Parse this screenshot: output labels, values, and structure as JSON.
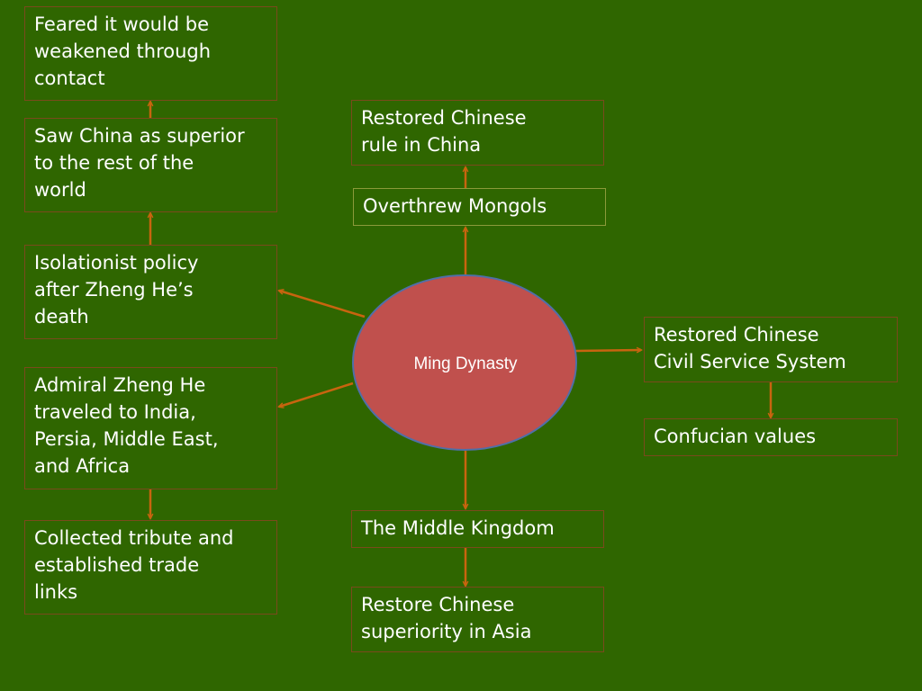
{
  "center": {
    "label": "Ming Dynasty"
  },
  "colors": {
    "background": "#2f6600",
    "center_fill": "#c0504d",
    "center_border": "#4f6fa8",
    "arrow": "#c8640f",
    "box_border": "#7a4a1c"
  },
  "nodes": {
    "feared": "Feared it would be\nweakened through\ncontact",
    "saw_superior": "Saw China as superior\nto the rest of the\nworld",
    "isolationist": "Isolationist policy\nafter Zheng He’s\ndeath",
    "admiral": "Admiral Zheng He\ntraveled to India,\nPersia, Middle East,\nand Africa",
    "tribute": "Collected tribute and\nestablished trade\nlinks",
    "restored_rule": "Restored Chinese\nrule in China",
    "overthrew": "Overthrew Mongols",
    "civil_service": "Restored Chinese\nCivil Service System",
    "confucian": "Confucian  values",
    "middle_kingdom": "The Middle Kingdom",
    "superiority": "Restore Chinese\nsuperiority in Asia"
  }
}
